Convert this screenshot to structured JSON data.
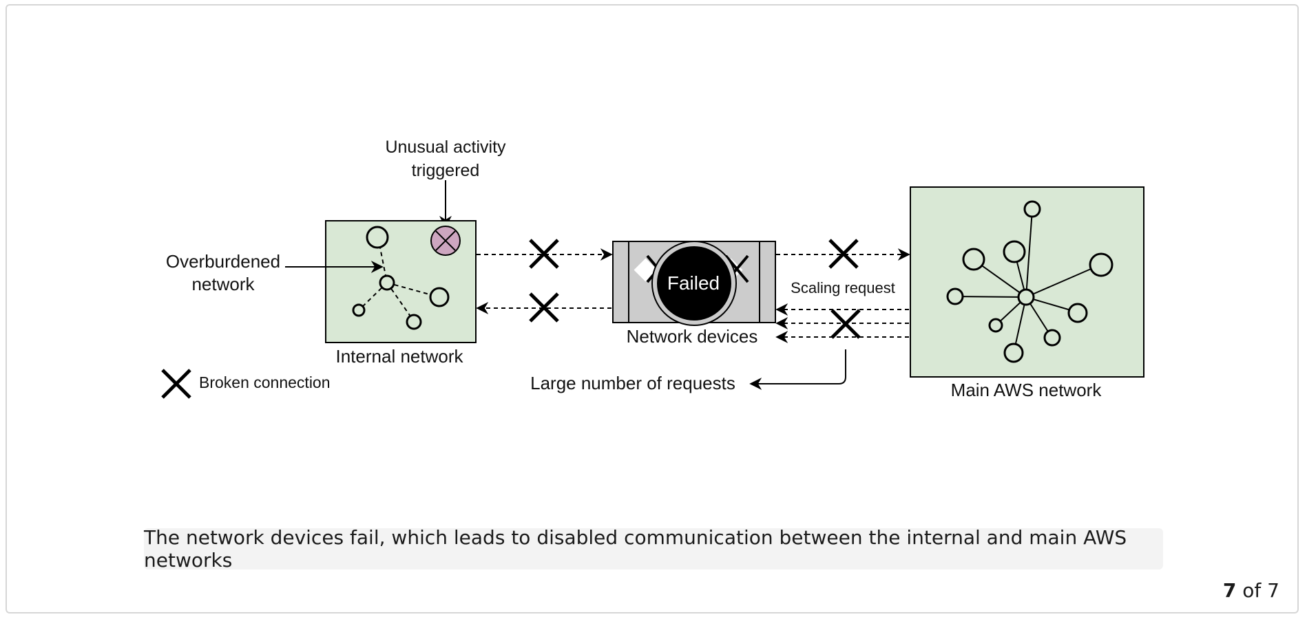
{
  "diagram": {
    "labels": {
      "unusual_activity_line1": "Unusual activity",
      "unusual_activity_line2": "triggered",
      "overburdened_line1": "Overburdened",
      "overburdened_line2": "network",
      "internal_network": "Internal network",
      "failed": "Failed",
      "network_devices": "Network devices",
      "scaling_request": "Scaling request",
      "main_aws_network": "Main AWS network",
      "large_number_of_requests": "Large number of requests",
      "broken_connection": "Broken connection"
    },
    "colors": {
      "network_fill": "#d9e8d5",
      "alert_fill": "#cda6c0",
      "device_fill": "#cccccc",
      "failed_fill": "#000000"
    },
    "icons": [
      "broken-connection-x-icon",
      "alert-x-circle-icon",
      "node-circle-icon",
      "arrow-icon"
    ]
  },
  "caption": {
    "text": "The network devices fail, which leads to disabled communication between the internal and main AWS networks"
  },
  "pager": {
    "current": "7",
    "of_text": "of 7"
  }
}
